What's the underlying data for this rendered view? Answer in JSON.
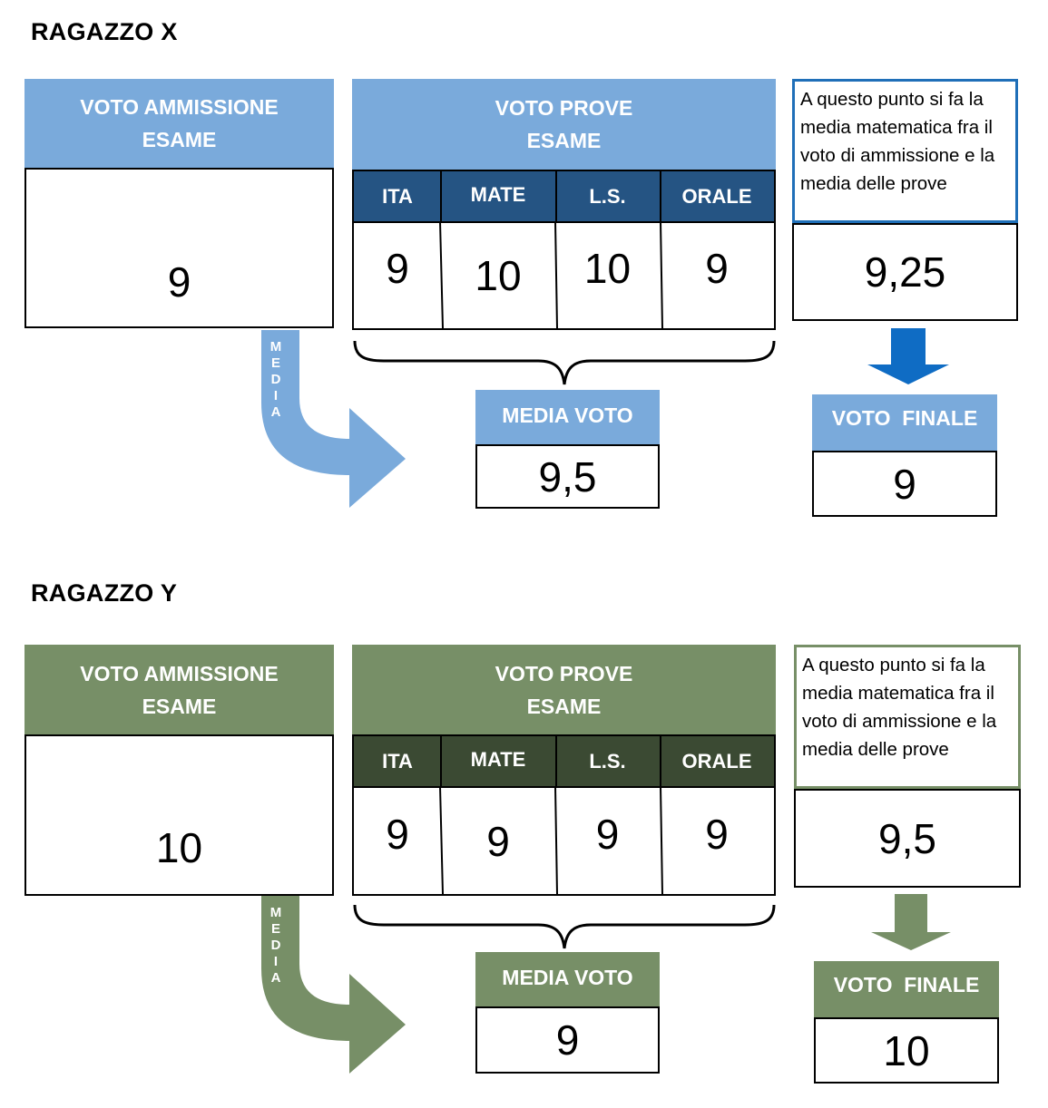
{
  "sections": [
    {
      "id": "x",
      "title": "RAGAZZO X",
      "colors": {
        "header": "#7aaadb",
        "subheader": "#255483",
        "arrow": "#7aaadb",
        "down_arrow": "#0f6cc4",
        "note_border": "#1f6fb8"
      },
      "admission": {
        "header_line1": "VOTO AMMISSIONE",
        "header_line2": "ESAME",
        "value": "9"
      },
      "tests": {
        "header_line1": "VOTO PROVE",
        "header_line2": "ESAME",
        "subjects": [
          "ITA",
          "MATE",
          "L.S.",
          "ORALE"
        ],
        "grades": [
          "9",
          "10",
          "10",
          "9"
        ]
      },
      "average_label": "MEDIA",
      "average": {
        "header": "MEDIA VOTO",
        "value": "9,5"
      },
      "note": {
        "text": "A questo punto si fa la media matematica fra il voto di ammissione e la media delle prove",
        "value": "9,25"
      },
      "final": {
        "header": "VOTO  FINALE",
        "value": "9"
      }
    },
    {
      "id": "y",
      "title": "RAGAZZO Y",
      "colors": {
        "header": "#778f67",
        "subheader": "#3b4a33",
        "arrow": "#778f67",
        "down_arrow": "#778f67",
        "note_border": "#778f67"
      },
      "admission": {
        "header_line1": "VOTO AMMISSIONE",
        "header_line2": "ESAME",
        "value": "10"
      },
      "tests": {
        "header_line1": "VOTO PROVE",
        "header_line2": "ESAME",
        "subjects": [
          "ITA",
          "MATE",
          "L.S.",
          "ORALE"
        ],
        "grades": [
          "9",
          "9",
          "9",
          "9"
        ]
      },
      "average_label": "MEDIA",
      "average": {
        "header": "MEDIA VOTO",
        "value": "9"
      },
      "note": {
        "text": "A questo punto si fa la media matematica fra il voto di ammissione e la media delle prove",
        "value": "9,5"
      },
      "final": {
        "header": "VOTO  FINALE",
        "value": "10"
      }
    }
  ]
}
